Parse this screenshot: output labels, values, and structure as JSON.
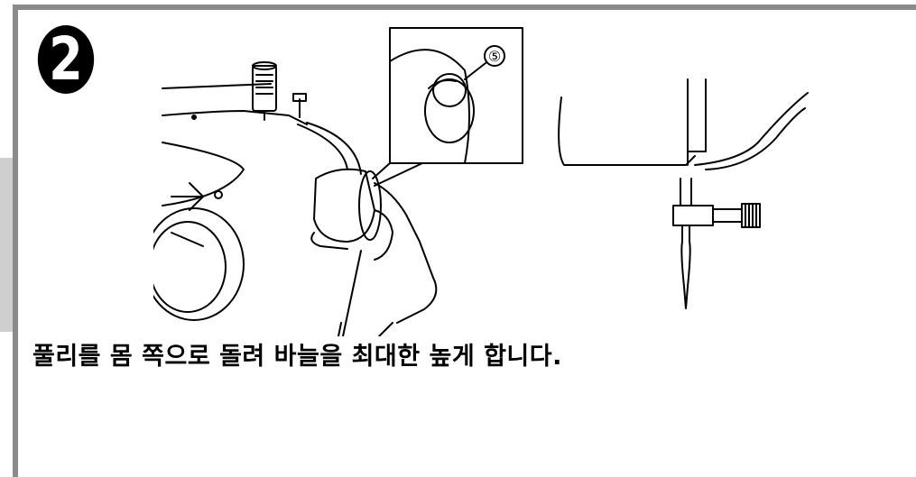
{
  "step": {
    "number": "2"
  },
  "illustration": {
    "callout_label": "⑤"
  },
  "instruction": {
    "text": "풀리를 몸 쪽으로 돌려 바늘을 최대한 높게 합니다."
  },
  "colors": {
    "border": "#8a8a8a",
    "side_tab": "#cfcfcf",
    "ink": "#000000"
  }
}
